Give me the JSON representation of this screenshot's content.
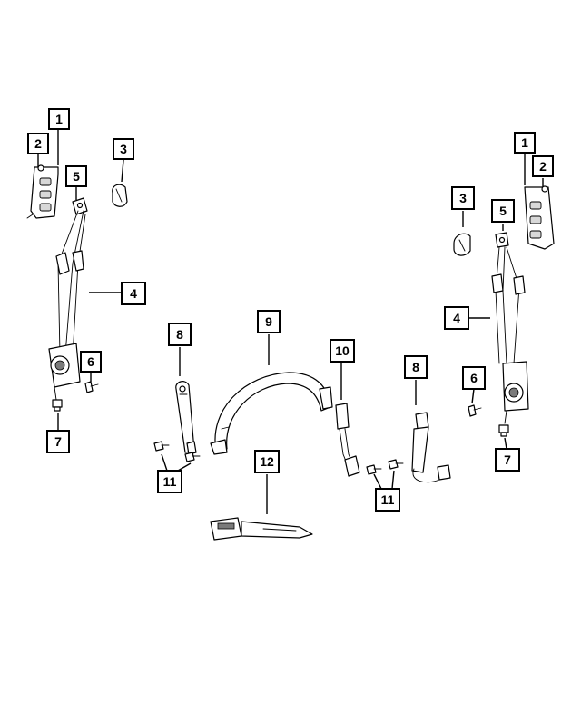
{
  "diagram": {
    "callouts": [
      {
        "id": "c1-left",
        "label": "1"
      },
      {
        "id": "c2-left",
        "label": "2"
      },
      {
        "id": "c3-left",
        "label": "3"
      },
      {
        "id": "c5-left",
        "label": "5"
      },
      {
        "id": "c4-left",
        "label": "4"
      },
      {
        "id": "c6-left",
        "label": "6"
      },
      {
        "id": "c7-left",
        "label": "7"
      },
      {
        "id": "c8-left",
        "label": "8"
      },
      {
        "id": "c9",
        "label": "9"
      },
      {
        "id": "c10",
        "label": "10"
      },
      {
        "id": "c8-right",
        "label": "8"
      },
      {
        "id": "c11-left",
        "label": "11"
      },
      {
        "id": "c12",
        "label": "12"
      },
      {
        "id": "c11-right",
        "label": "11"
      },
      {
        "id": "c1-right",
        "label": "1"
      },
      {
        "id": "c2-right",
        "label": "2"
      },
      {
        "id": "c3-right",
        "label": "3"
      },
      {
        "id": "c5-right",
        "label": "5"
      },
      {
        "id": "c4-right",
        "label": "4"
      },
      {
        "id": "c6-right",
        "label": "6"
      },
      {
        "id": "c7-right",
        "label": "7"
      }
    ]
  }
}
